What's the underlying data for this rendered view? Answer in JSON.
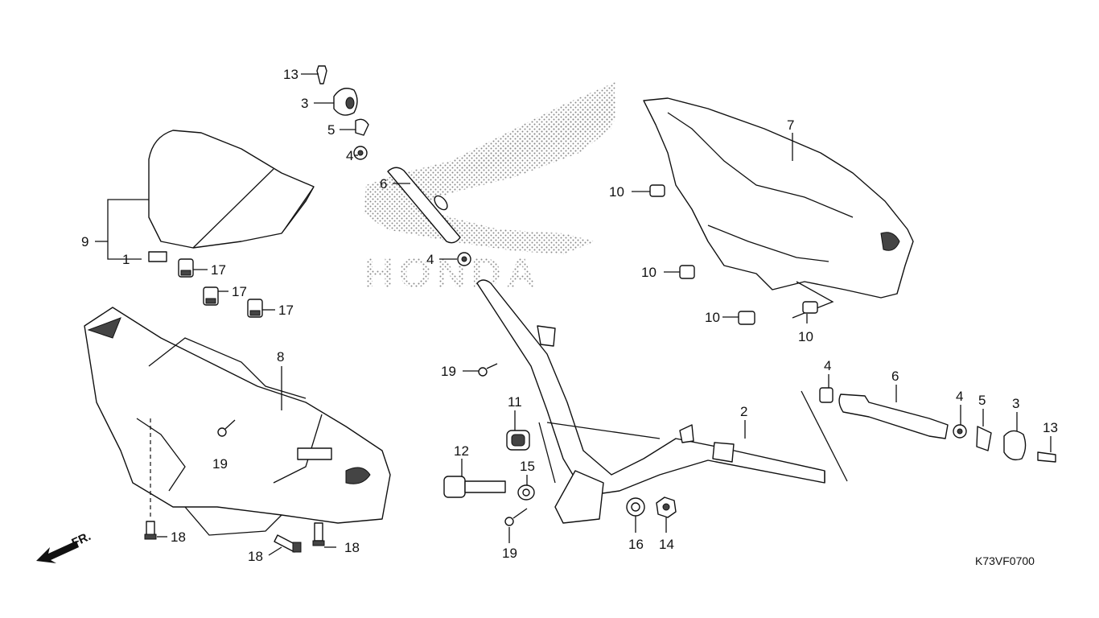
{
  "diagram": {
    "code": "K73VF0700",
    "direction_label": "FR.",
    "brand_watermark": "HONDA",
    "callouts": [
      {
        "id": "c13a",
        "text": "13"
      },
      {
        "id": "c3a",
        "text": "3"
      },
      {
        "id": "c5a",
        "text": "5"
      },
      {
        "id": "c4a",
        "text": "4"
      },
      {
        "id": "c6a",
        "text": "6"
      },
      {
        "id": "c4b",
        "text": "4"
      },
      {
        "id": "c9",
        "text": "9"
      },
      {
        "id": "c1",
        "text": "1"
      },
      {
        "id": "c17a",
        "text": "17"
      },
      {
        "id": "c17b",
        "text": "17"
      },
      {
        "id": "c17c",
        "text": "17"
      },
      {
        "id": "c8",
        "text": "8"
      },
      {
        "id": "c19a",
        "text": "19"
      },
      {
        "id": "c18a",
        "text": "18"
      },
      {
        "id": "c18b",
        "text": "18"
      },
      {
        "id": "c18c",
        "text": "18"
      },
      {
        "id": "c7",
        "text": "7"
      },
      {
        "id": "c10a",
        "text": "10"
      },
      {
        "id": "c10b",
        "text": "10"
      },
      {
        "id": "c10c",
        "text": "10"
      },
      {
        "id": "c10d",
        "text": "10"
      },
      {
        "id": "c19b",
        "text": "19"
      },
      {
        "id": "c11",
        "text": "11"
      },
      {
        "id": "c12",
        "text": "12"
      },
      {
        "id": "c15",
        "text": "15"
      },
      {
        "id": "c19c",
        "text": "19"
      },
      {
        "id": "c16",
        "text": "16"
      },
      {
        "id": "c14",
        "text": "14"
      },
      {
        "id": "c2",
        "text": "2"
      },
      {
        "id": "c4c",
        "text": "4"
      },
      {
        "id": "c6b",
        "text": "6"
      },
      {
        "id": "c4d",
        "text": "4"
      },
      {
        "id": "c5b",
        "text": "5"
      },
      {
        "id": "c3b",
        "text": "3"
      },
      {
        "id": "c13b",
        "text": "13"
      }
    ]
  }
}
